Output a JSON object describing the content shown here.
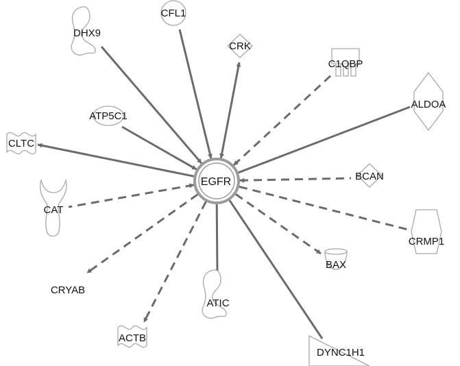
{
  "network": {
    "hub": {
      "label": "EGFR",
      "shape": "double-circle"
    },
    "colors": {
      "edge": "#6b6b6b",
      "node_outline": "#a8a8a8",
      "hub_ring": "#9a9a9a",
      "text": "#111111"
    },
    "nodes": [
      {
        "id": "dhx9",
        "label": "DHX9",
        "shape": "enzyme-kidney"
      },
      {
        "id": "cfl1",
        "label": "CFL1",
        "shape": "circle"
      },
      {
        "id": "crk",
        "label": "CRK",
        "shape": "diamond"
      },
      {
        "id": "c1qbp",
        "label": "C1QBP",
        "shape": "receptor-box"
      },
      {
        "id": "aldoa",
        "label": "ALDOA",
        "shape": "tall-hexagon"
      },
      {
        "id": "atp5c1",
        "label": "ATP5C1",
        "shape": "oval"
      },
      {
        "id": "cltc",
        "label": "CLTC",
        "shape": "wavy"
      },
      {
        "id": "bcan",
        "label": "BCAN",
        "shape": "diamond"
      },
      {
        "id": "cat",
        "label": "CAT",
        "shape": "enzyme-tall"
      },
      {
        "id": "crmp1",
        "label": "CRMP1",
        "shape": "tall-hexagon"
      },
      {
        "id": "bax",
        "label": "BAX",
        "shape": "cup"
      },
      {
        "id": "cryab",
        "label": "CRYAB",
        "shape": "none"
      },
      {
        "id": "atic",
        "label": "ATIC",
        "shape": "enzyme-kidney"
      },
      {
        "id": "actb",
        "label": "ACTB",
        "shape": "wavy"
      },
      {
        "id": "dync1h1",
        "label": "DYNC1H1",
        "shape": "triangle"
      }
    ],
    "edges": [
      {
        "node": "dhx9",
        "style": "solid",
        "direction": "to-hub"
      },
      {
        "node": "cfl1",
        "style": "solid",
        "direction": "to-hub"
      },
      {
        "node": "crk",
        "style": "solid",
        "direction": "both"
      },
      {
        "node": "c1qbp",
        "style": "dashed",
        "direction": "to-hub"
      },
      {
        "node": "aldoa",
        "style": "solid",
        "direction": "none"
      },
      {
        "node": "atp5c1",
        "style": "solid",
        "direction": "to-hub"
      },
      {
        "node": "cltc",
        "style": "solid",
        "direction": "to-node"
      },
      {
        "node": "bcan",
        "style": "dashed",
        "direction": "to-hub"
      },
      {
        "node": "cat",
        "style": "dashed",
        "direction": "to-hub"
      },
      {
        "node": "crmp1",
        "style": "dashed",
        "direction": "to-node"
      },
      {
        "node": "bax",
        "style": "dashed",
        "direction": "to-node"
      },
      {
        "node": "cryab",
        "style": "dashed",
        "direction": "to-node"
      },
      {
        "node": "atic",
        "style": "solid",
        "direction": "none"
      },
      {
        "node": "actb",
        "style": "dashed",
        "direction": "to-node"
      },
      {
        "node": "dync1h1",
        "style": "solid",
        "direction": "none"
      }
    ]
  }
}
